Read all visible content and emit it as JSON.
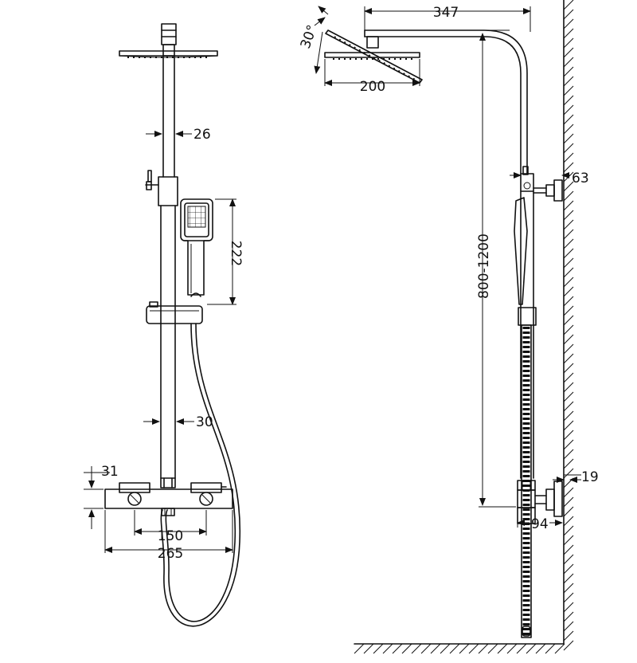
{
  "front_view": {
    "dim_pipe_upper": "26",
    "dim_handshower": "222",
    "dim_pipe_lower": "30",
    "dim_mixer_height": "31",
    "dim_inlet_spacing": "150",
    "dim_mixer_width": "265"
  },
  "side_view": {
    "dim_arm_length": "347",
    "dim_tilt_angle": "30°",
    "dim_head_width": "200",
    "dim_wall_bracket": "63",
    "dim_height_range": "800-1200",
    "dim_wall_gap": "19",
    "dim_mixer_depth": "94"
  }
}
